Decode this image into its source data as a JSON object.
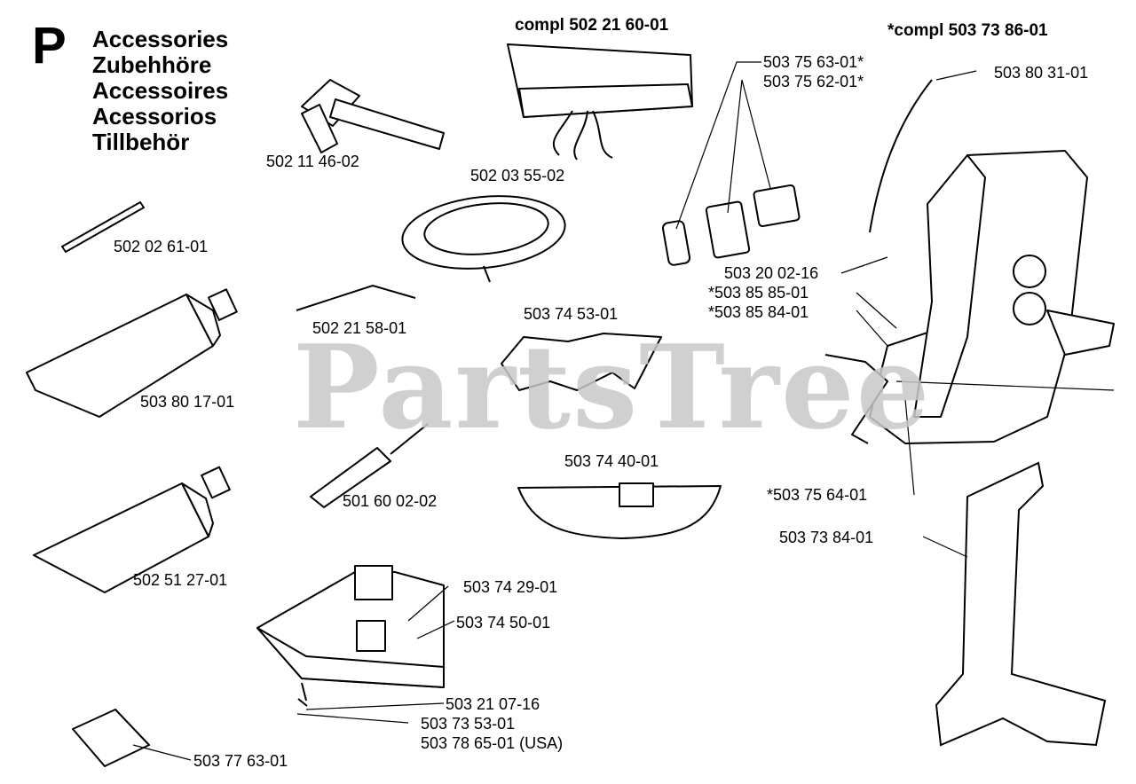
{
  "section_letter": "P",
  "titles": [
    "Accessories",
    "Zubehhöre",
    "Accessoires",
    "Acessorios",
    "Tillbehör"
  ],
  "watermark": "PartsTree",
  "kit_headers": {
    "kit1": "compl 502 21 60-01",
    "kit2": "*compl 503 73 86-01"
  },
  "labels": {
    "tool_wrench": "502 11 46-02",
    "pin": "502 02 61-01",
    "grease_tube_1": "503 80 17-01",
    "grease_tube_2": "502 51 27-01",
    "hex_key": "502 21 58-01",
    "file": "501 60 02-02",
    "bag": "502 03 55-02",
    "guard_part": "503 74 53-01",
    "skid_plate": "503 74 40-01",
    "shield_label": "503 74 29-01",
    "shield": "503 74 50-01",
    "screw": "503 21 07-16",
    "knife_1": "503 73 53-01",
    "knife_usa": "503 78 65-01 (USA)",
    "decal": "503 77 63-01",
    "buckle_1": "503 75 63-01*",
    "buckle_2": "503 75 62-01*",
    "strap": "503 80 31-01",
    "bolt": "503 20 02-16",
    "pad_1": "*503 85 85-01",
    "pad_2": "*503 85 84-01",
    "hook": "*503 75 64-01",
    "frame": "503 73 84-01"
  }
}
